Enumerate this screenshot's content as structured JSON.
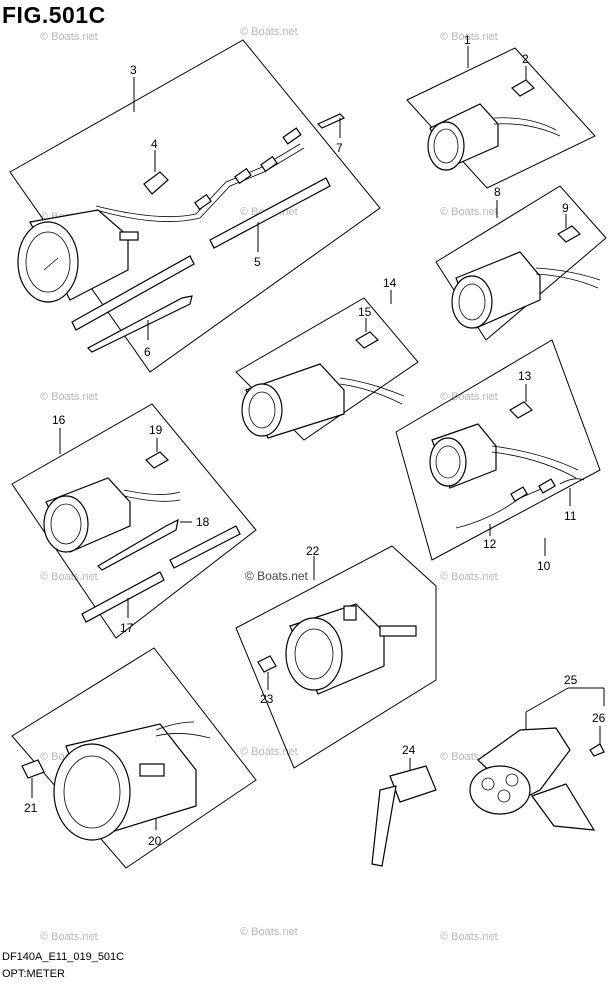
{
  "figure": {
    "title": "FIG.501C",
    "code": "DF140A_E11_019_501C",
    "label": "OPT:METER"
  },
  "watermark": "© Boats.net",
  "callouts": [
    "1",
    "2",
    "3",
    "4",
    "5",
    "6",
    "7",
    "8",
    "9",
    "10",
    "11",
    "12",
    "13",
    "14",
    "15",
    "16",
    "17",
    "18",
    "19",
    "20",
    "21",
    "22",
    "23",
    "24",
    "25",
    "26"
  ]
}
